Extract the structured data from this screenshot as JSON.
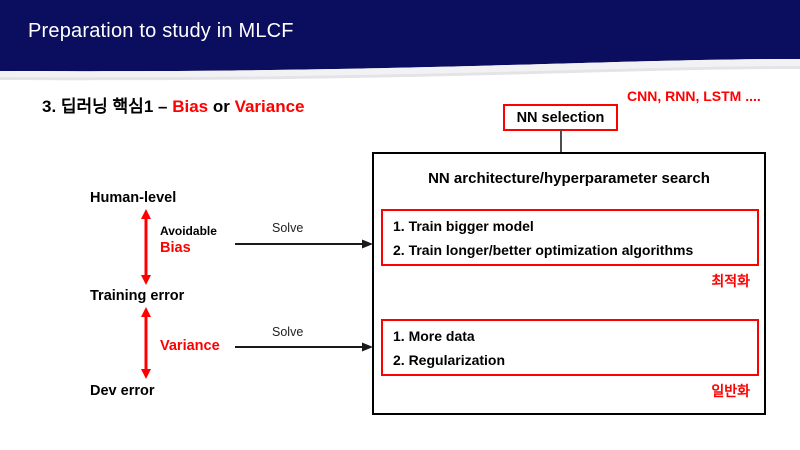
{
  "header": {
    "title": "Preparation to study in MLCF",
    "bg_color": "#0b0d5e",
    "text_color": "#ffffff"
  },
  "heading": {
    "prefix": "3. 딥러닝 핵심1 – ",
    "term_bias": "Bias",
    "conjunction": " or ",
    "term_variance": "Variance",
    "accent_color": "#ff0000"
  },
  "notes": {
    "nn_types": "CNN, RNN, LSTM ...."
  },
  "nn_selection": {
    "label": "NN selection",
    "border_color": "#ff0000"
  },
  "main_box": {
    "title": "NN architecture/hyperparameter search",
    "border_color": "#000000",
    "subboxes": [
      {
        "id": "optimization",
        "items": [
          "1. Train bigger model",
          "2. Train longer/better optimization algorithms"
        ],
        "caption": "최적화",
        "border_color": "#ff0000",
        "caption_color": "#ff0000"
      },
      {
        "id": "generalization",
        "items": [
          "1. More data",
          "2. Regularization"
        ],
        "caption": "일반화",
        "border_color": "#ff0000",
        "caption_color": "#ff0000"
      }
    ]
  },
  "ladder": {
    "levels": [
      {
        "label": "Human-level"
      },
      {
        "label": "Training error"
      },
      {
        "label": "Dev error"
      }
    ],
    "gaps": [
      {
        "qualifier": "Avoidable",
        "term": "Bias",
        "term_color": "#ff0000",
        "action": "Solve"
      },
      {
        "qualifier": "",
        "term": "Variance",
        "term_color": "#ff0000",
        "action": "Solve"
      }
    ],
    "arrow_color": "#ff0000"
  }
}
